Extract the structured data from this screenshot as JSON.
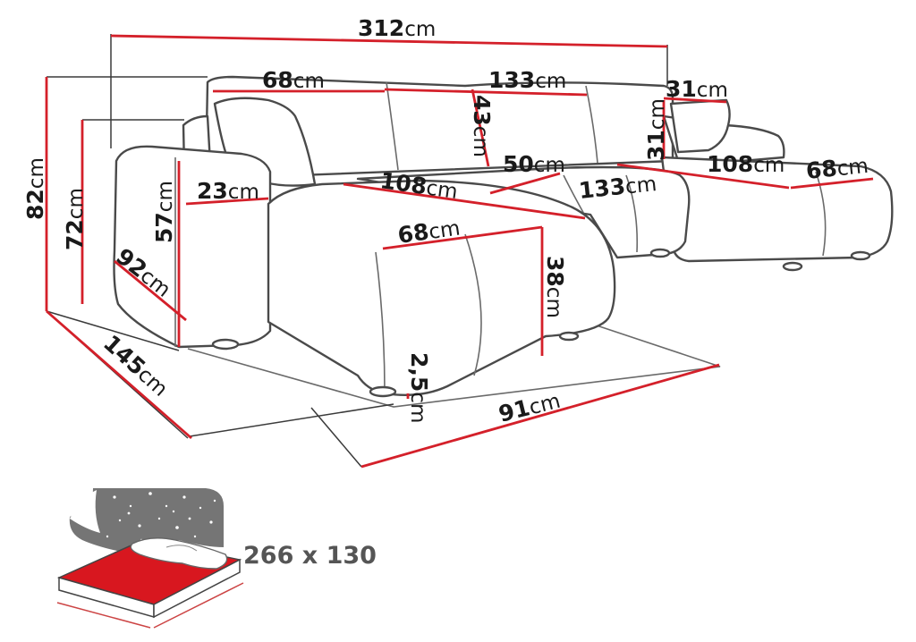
{
  "diagram": {
    "unit": "cm",
    "dimensions": {
      "total_width": "312",
      "seat_depth_right": "68",
      "back_width_middle": "133",
      "pillow_width": "31",
      "back_height_right": "43",
      "pillow_height": "31",
      "total_height": "82",
      "seat_height_left": "72",
      "armrest_width": "23",
      "armrest_height": "57",
      "armrest_depth": "92",
      "total_depth": "145",
      "ottoman_length": "108",
      "ottoman_depth": "68",
      "ottoman_height": "38",
      "foot_height": "2,5",
      "ottoman_width": "91",
      "seat_depth_middle": "50",
      "seat_width_middle": "133",
      "chaise_length": "108",
      "chaise_depth": "68"
    },
    "sleeping_area": {
      "label": "266 x 130"
    }
  }
}
